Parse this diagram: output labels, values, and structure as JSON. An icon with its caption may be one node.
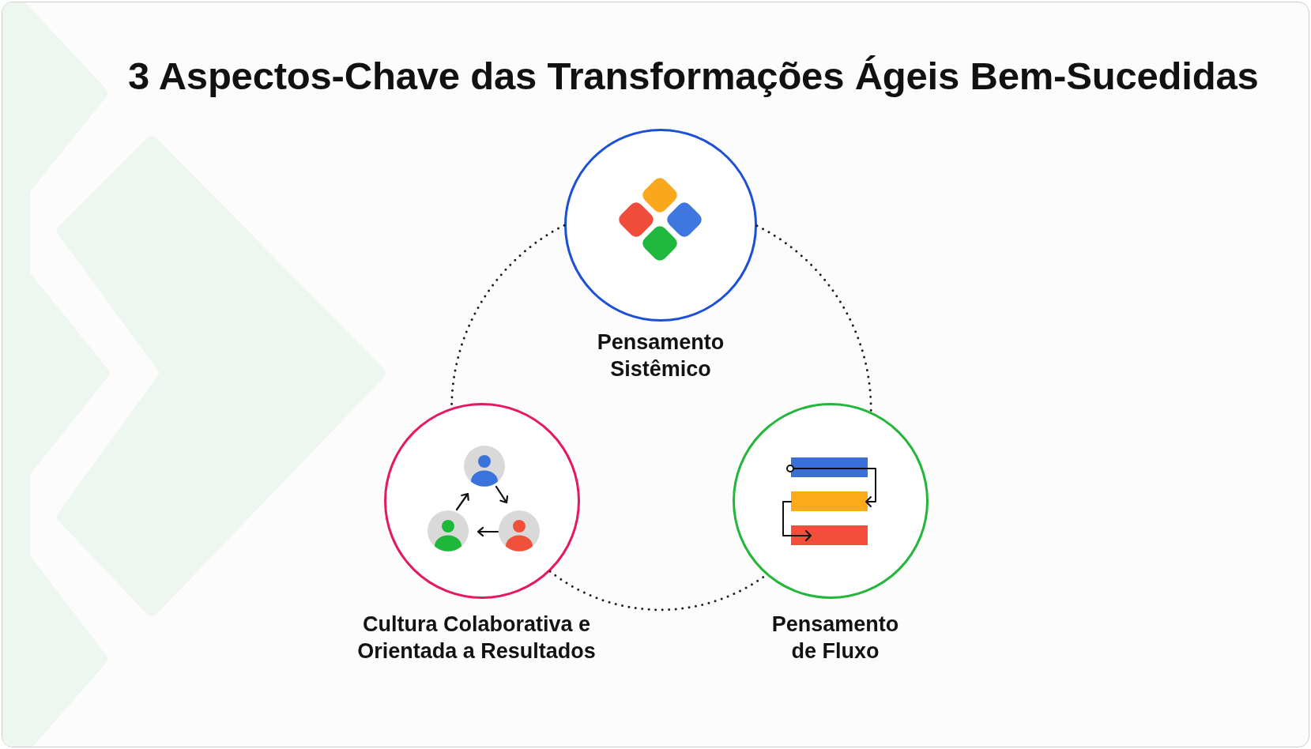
{
  "diagram": {
    "title": "3 Aspectos-Chave das Transformações Ágeis Bem-Sucedidas",
    "nodes": [
      {
        "text": [
          "Pensamento Sistêmico"
        ]
      },
      {
        "text": [
          "Cultura Colaborativa e Orientada a Resultados"
        ]
      },
      {
        "text": [
          "Pensamento de Fluxo"
        ]
      }
    ],
    "edges": [
      {
        "from": 0,
        "to": 1,
        "arrow": "none"
      },
      {
        "from": 0,
        "to": 2,
        "arrow": "none"
      },
      {
        "from": 1,
        "to": 2,
        "arrow": "none"
      }
    ]
  }
}
